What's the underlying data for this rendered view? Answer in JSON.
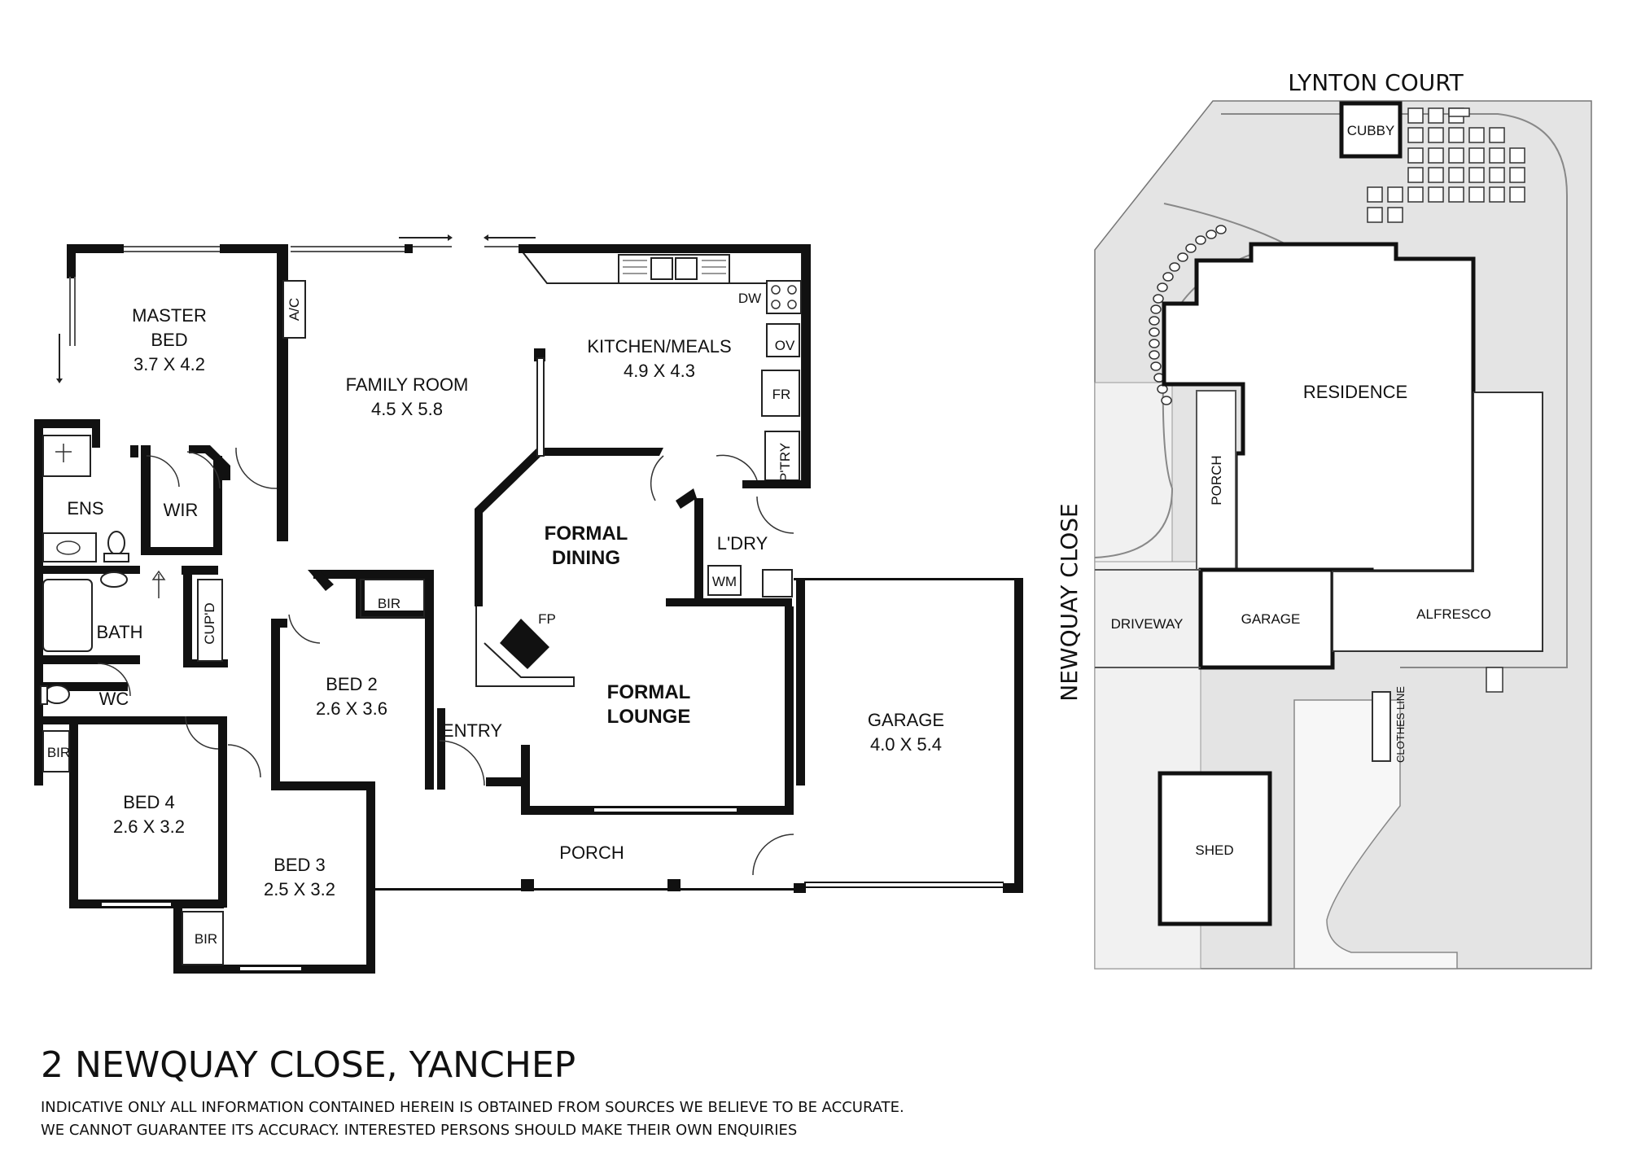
{
  "title": "2 NEWQUAY CLOSE, YANCHEP",
  "disclaimer": [
    "INDICATIVE ONLY ALL INFORMATION CONTAINED HEREIN IS OBTAINED FROM SOURCES WE BELIEVE TO BE ACCURATE.",
    "WE CANNOT GUARANTEE ITS ACCURACY. INTERESTED PERSONS SHOULD MAKE THEIR OWN ENQUIRIES"
  ],
  "floor_plan": {
    "master": {
      "name": "MASTER",
      "name2": "BED",
      "dims": "3.7 X 4.2"
    },
    "family": {
      "name": "FAMILY ROOM",
      "dims": "4.5 X 5.8"
    },
    "kitchen": {
      "name": "KITCHEN/MEALS",
      "dims": "4.9 X 4.3"
    },
    "dining": {
      "name": "FORMAL",
      "name2": "DINING"
    },
    "lounge": {
      "name": "FORMAL",
      "name2": "LOUNGE"
    },
    "bed2": {
      "name": "BED 2",
      "dims": "2.6 X 3.6"
    },
    "bed3": {
      "name": "BED 3",
      "dims": "2.5 X 3.2"
    },
    "bed4": {
      "name": "BED 4",
      "dims": "2.6 X 3.2"
    },
    "garage": {
      "name": "GARAGE",
      "dims": "4.0 X 5.4"
    },
    "labels": {
      "ens": "ENS",
      "wir": "WIR",
      "bath": "BATH",
      "cupd": "CUP'D",
      "wc": "WC",
      "bir": "BIR",
      "entry": "ENTRY",
      "porch": "PORCH",
      "ldry": "L'DRY",
      "wm": "WM",
      "fp": "FP",
      "ptry": "P'TRY",
      "fr": "FR",
      "ov": "OV",
      "dw": "DW",
      "ac": "A/C"
    }
  },
  "site_plan": {
    "street_top": "LYNTON COURT",
    "street_left": "NEWQUAY CLOSE",
    "labels": {
      "cubby": "CUBBY",
      "residence": "RESIDENCE",
      "porch": "PORCH",
      "garage": "GARAGE",
      "alfresco": "ALFRESCO",
      "driveway": "DRIVEWAY",
      "shed": "SHED",
      "clothes": "CLOTHES LINE"
    }
  }
}
